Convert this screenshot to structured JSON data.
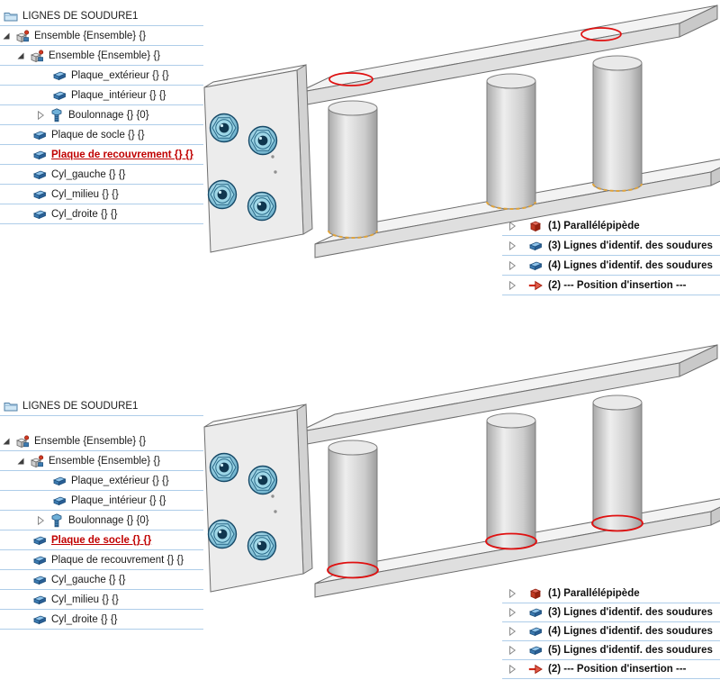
{
  "colors": {
    "selection_red": "#c00000",
    "row_separator_blue": "#aecde9",
    "weld_highlight_red": "#e01010",
    "bolt_cyan": "#7cc3da"
  },
  "panel_top": {
    "tree": {
      "rows": [
        {
          "label": "LIGNES DE SOUDURE1",
          "icon": "folder-icon",
          "selected": false
        },
        {
          "label": "Ensemble {Ensemble} {}",
          "icon": "assembly-icon",
          "expander": "expanded",
          "selected": false
        },
        {
          "label": "Ensemble {Ensemble} {}",
          "icon": "assembly-icon",
          "expander": "expanded",
          "selected": false
        },
        {
          "label": "Plaque_extérieur {} {}",
          "icon": "plate-icon",
          "selected": false
        },
        {
          "label": "Plaque_intérieur {} {}",
          "icon": "plate-icon",
          "selected": false
        },
        {
          "label": "Boulonnage {} {0}",
          "icon": "bolt-icon",
          "expander": "collapsed",
          "selected": false
        },
        {
          "label": "Plaque de socle {} {}",
          "icon": "plate-icon",
          "selected": false
        },
        {
          "label": "Plaque de recouvrement {} {}",
          "icon": "plate-icon",
          "selected": true
        },
        {
          "label": "Cyl_gauche {} {}",
          "icon": "plate-icon",
          "selected": false
        },
        {
          "label": "Cyl_milieu {} {}",
          "icon": "plate-icon",
          "selected": false
        },
        {
          "label": "Cyl_droite {} {}",
          "icon": "plate-icon",
          "selected": false
        }
      ]
    },
    "features": [
      {
        "label": "(1) Parallélépipède",
        "icon": "red-cube-icon"
      },
      {
        "label": "(3) Lignes d'identif. des soudures",
        "icon": "plate-icon"
      },
      {
        "label": "(4) Lignes d'identif. des soudures",
        "icon": "plate-icon"
      },
      {
        "label": "(2) --- Position  d'insertion ---",
        "icon": "red-arrow-icon"
      }
    ]
  },
  "panel_bottom": {
    "tree": {
      "rows": [
        {
          "label": "LIGNES DE SOUDURE1",
          "icon": "folder-icon",
          "selected": false
        },
        {
          "label": "Ensemble {Ensemble} {}",
          "icon": "assembly-icon",
          "expander": "expanded",
          "selected": false
        },
        {
          "label": "Ensemble {Ensemble} {}",
          "icon": "assembly-icon",
          "expander": "expanded",
          "selected": false
        },
        {
          "label": "Plaque_extérieur {} {}",
          "icon": "plate-icon",
          "selected": false
        },
        {
          "label": "Plaque_intérieur {} {}",
          "icon": "plate-icon",
          "selected": false
        },
        {
          "label": "Boulonnage {} {0}",
          "icon": "bolt-icon",
          "expander": "collapsed",
          "selected": false
        },
        {
          "label": "Plaque de socle {} {}",
          "icon": "plate-icon",
          "selected": true
        },
        {
          "label": "Plaque de recouvrement {} {}",
          "icon": "plate-icon",
          "selected": false
        },
        {
          "label": "Cyl_gauche {} {}",
          "icon": "plate-icon",
          "selected": false
        },
        {
          "label": "Cyl_milieu {} {}",
          "icon": "plate-icon",
          "selected": false
        },
        {
          "label": "Cyl_droite {} {}",
          "icon": "plate-icon",
          "selected": false
        }
      ]
    },
    "features": [
      {
        "label": "(1) Parallélépipède",
        "icon": "red-cube-icon"
      },
      {
        "label": "(3) Lignes d'identif. des soudures",
        "icon": "plate-icon"
      },
      {
        "label": "(4) Lignes d'identif. des soudures",
        "icon": "plate-icon"
      },
      {
        "label": "(5) Lignes d'identif. des soudures",
        "icon": "plate-icon"
      },
      {
        "label": "(2) --- Position  d'insertion ---",
        "icon": "red-arrow-icon"
      }
    ]
  }
}
